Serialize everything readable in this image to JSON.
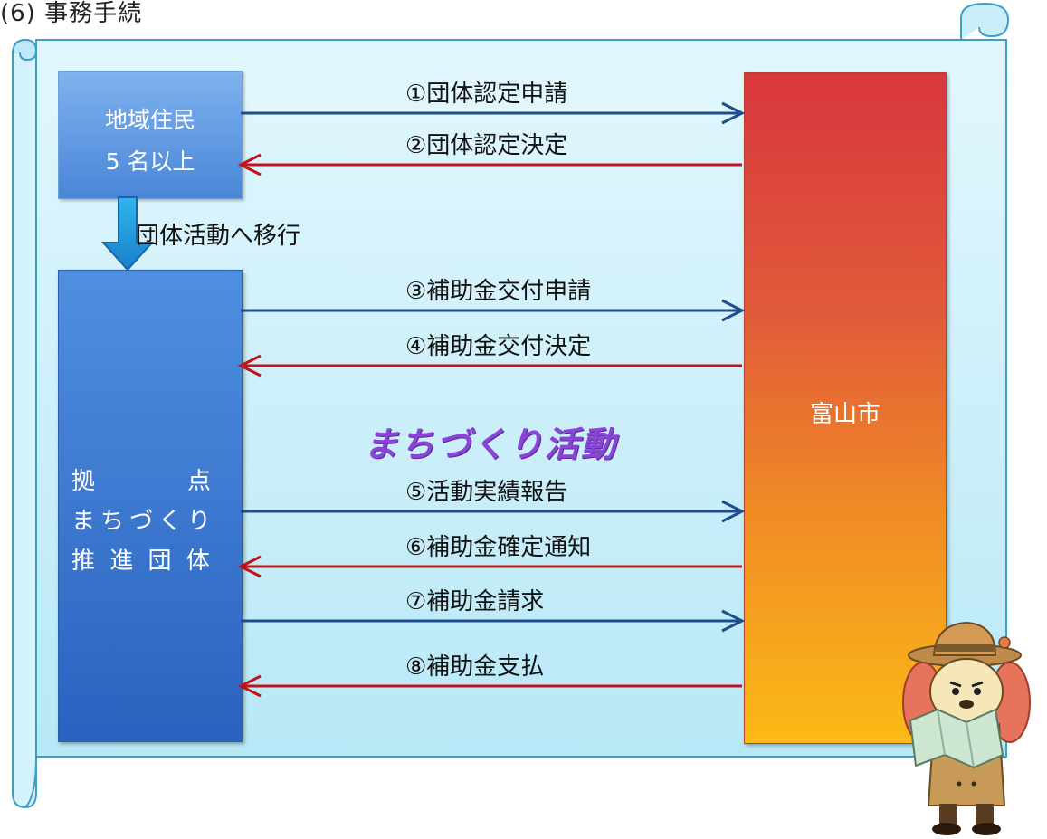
{
  "heading": "(6) 事務手続",
  "resident_box": {
    "line1": "地域住民",
    "line2": "5 名以上"
  },
  "transition_label": "団体活動へ移行",
  "group_box": {
    "line1_left": "拠",
    "line1_right": "点",
    "line2": "まちづくり",
    "line3": "推 進 団 体"
  },
  "city_box": {
    "label": "富山市"
  },
  "activity_title": "まちづくり活動",
  "steps": [
    {
      "label": "①団体認定申請",
      "direction": "to-city",
      "color": "#1f4e8c"
    },
    {
      "label": "②団体認定決定",
      "direction": "from-city",
      "color": "#c0141c"
    },
    {
      "label": "③補助金交付申請",
      "direction": "to-city",
      "color": "#1f4e8c"
    },
    {
      "label": "④補助金交付決定",
      "direction": "from-city",
      "color": "#c0141c"
    },
    {
      "label": "⑤活動実績報告",
      "direction": "to-city",
      "color": "#1f4e8c"
    },
    {
      "label": "⑥補助金確定通知",
      "direction": "from-city",
      "color": "#c0141c"
    },
    {
      "label": "⑦補助金請求",
      "direction": "to-city",
      "color": "#1f4e8c"
    },
    {
      "label": "⑧補助金支払",
      "direction": "from-city",
      "color": "#c0141c"
    }
  ],
  "mascot": "explorer-dog-mascot"
}
